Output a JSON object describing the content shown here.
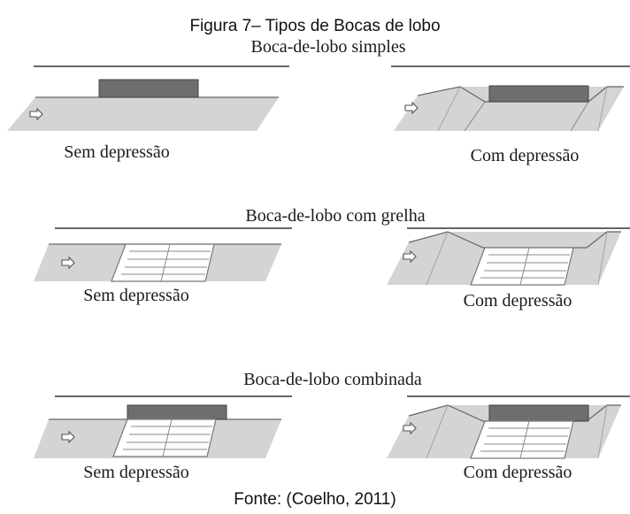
{
  "figure": {
    "title": "Figura 7– Tipos de Bocas de lobo",
    "source": "Fonte: (Coelho, 2011)"
  },
  "sections": [
    {
      "title": "Boca-de-lobo simples",
      "left_label": "Sem depressão",
      "right_label": "Com depressão"
    },
    {
      "title": "Boca-de-lobo com grelha",
      "left_label": "Sem depressão",
      "right_label": "Com depressão"
    },
    {
      "title": "Boca-de-lobo combinada",
      "left_label": "Sem depressão",
      "right_label": "Com depressão"
    }
  ],
  "colors": {
    "pavement": "#d4d4d4",
    "curb_line": "#555555",
    "opening": "#6e6e6e",
    "grate": "#ffffff",
    "text": "#1a1a1a"
  },
  "icons": [
    "flow-arrow-icon"
  ]
}
